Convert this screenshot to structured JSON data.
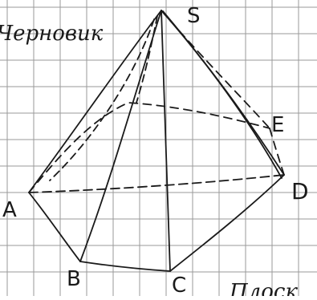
{
  "header": {
    "note": "Черновик"
  },
  "figure": {
    "vertices": [
      {
        "id": "S",
        "label": "S"
      },
      {
        "id": "A",
        "label": "A"
      },
      {
        "id": "B",
        "label": "B"
      },
      {
        "id": "C",
        "label": "C"
      },
      {
        "id": "D",
        "label": "D"
      },
      {
        "id": "E",
        "label": "E"
      }
    ]
  },
  "footer": {
    "partial": "Плоск"
  },
  "colors": {
    "grid": "#9a9a9a",
    "ink": "#1a1a1a",
    "paper": "#ffffff"
  }
}
